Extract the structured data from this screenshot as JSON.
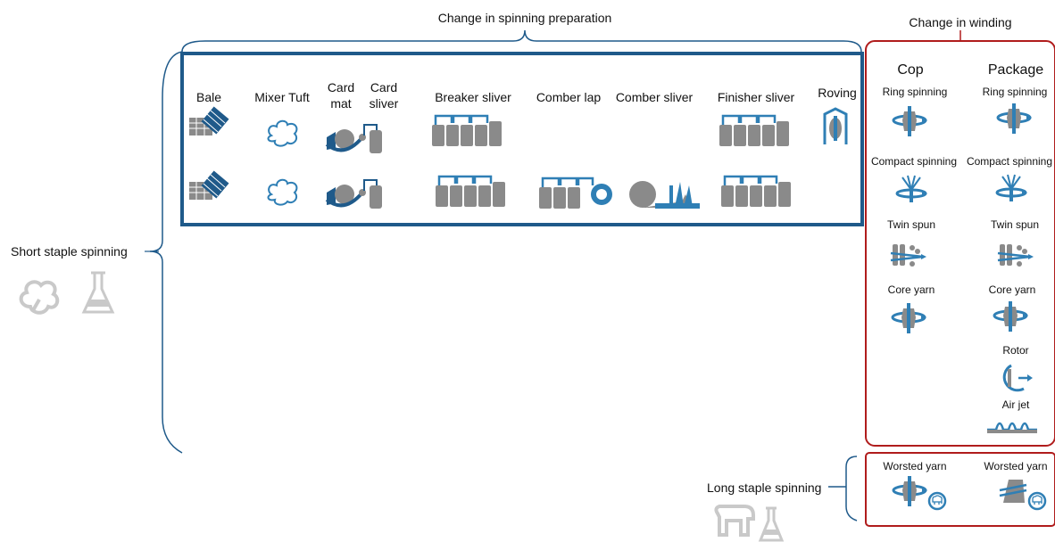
{
  "spinning_prep": {
    "title": "Change in spinning preparation",
    "columns": [
      {
        "label": "Bale"
      },
      {
        "label": "Mixer Tuft"
      },
      {
        "label": "Card mat"
      },
      {
        "label": "Card sliver"
      },
      {
        "label": "Breaker sliver"
      },
      {
        "label": "Comber lap"
      },
      {
        "label": "Comber sliver"
      },
      {
        "label": "Finisher sliver"
      },
      {
        "label": "Roving"
      }
    ]
  },
  "winding": {
    "title": "Change in winding",
    "cop_header": "Cop",
    "package_header": "Package",
    "cop_items": [
      "Ring spinning",
      "Compact spinning",
      "Twin spun",
      "Core yarn"
    ],
    "package_items": [
      "Ring spinning",
      "Compact spinning",
      "Twin spun",
      "Core yarn",
      "Rotor",
      "Air jet"
    ]
  },
  "short_staple": {
    "label": "Short staple spinning"
  },
  "long_staple": {
    "label": "Long staple spinning",
    "cop_item": "Worsted yarn",
    "package_item": "Worsted yarn"
  },
  "colors": {
    "blue": "#1f5a8a",
    "icon_blue": "#2f7fb5",
    "grey": "#8a8a8a",
    "red": "#b01c1c",
    "light_grey": "#c9c9c9"
  }
}
